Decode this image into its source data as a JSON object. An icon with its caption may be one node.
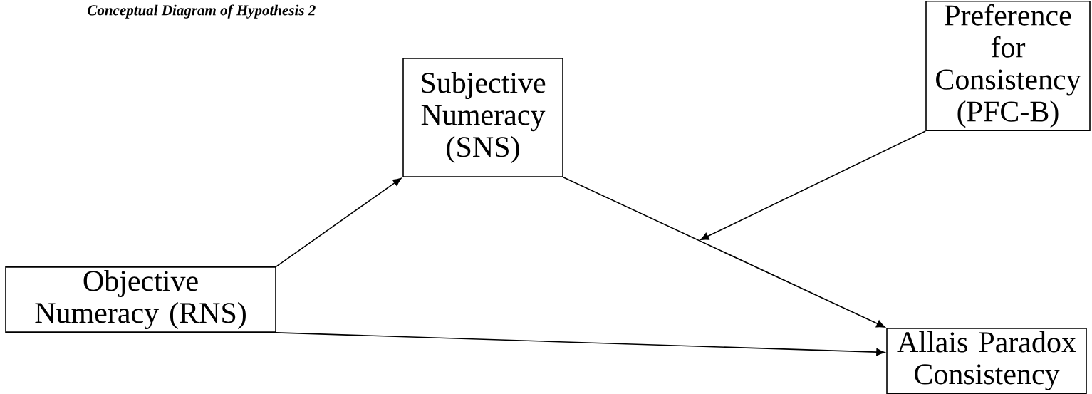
{
  "diagram": {
    "title": "Conceptual Diagram of Hypothesis 2",
    "nodes": [
      {
        "text": [
          "Subjective Numeracy (SNS)"
        ]
      },
      {
        "text": [
          "Preference for Consistency (PFC-B)"
        ]
      },
      {
        "text": [
          "Objective Numeracy (RNS)"
        ]
      },
      {
        "text": [
          "Allais Paradox Consistency"
        ]
      }
    ],
    "edges": [
      {
        "from": 2,
        "to": 0,
        "arrow": "to"
      },
      {
        "from": 0,
        "to": 3,
        "arrow": "to"
      },
      {
        "from": 1,
        "to": null,
        "arrow": "to"
      },
      {
        "from": 2,
        "to": 3,
        "arrow": "to"
      }
    ]
  }
}
